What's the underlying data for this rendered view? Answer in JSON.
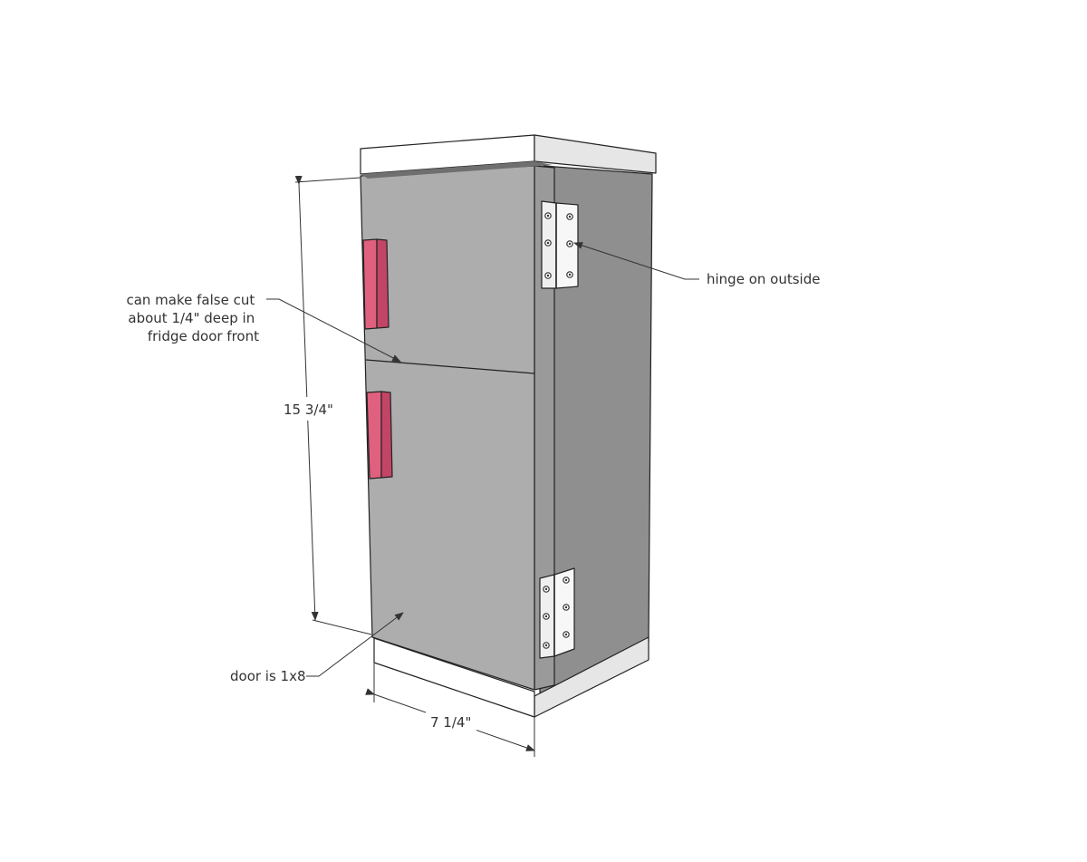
{
  "colors": {
    "background": "#ffffff",
    "cabinet_front": "#adadad",
    "cabinet_side": "#8f8f8f",
    "cabinet_edge_dark": "#7d7d7d",
    "top_front": "#ffffff",
    "top_side": "#e6e6e6",
    "handle_front": "#e0607f",
    "handle_side": "#c24566",
    "hinge_plate": "#efefef",
    "line": "#333333"
  },
  "annotations": {
    "false_cut": [
      "can make false cut",
      "about 1/4\" deep in",
      "fridge door front"
    ],
    "hinge": "hinge on outside",
    "height_dim": "15 3/4\"",
    "door_material": "door is 1x8",
    "width_dim": "7 1/4\""
  },
  "parts": {
    "handle_icon": "door-handle",
    "hinge_icon": "hinge"
  }
}
